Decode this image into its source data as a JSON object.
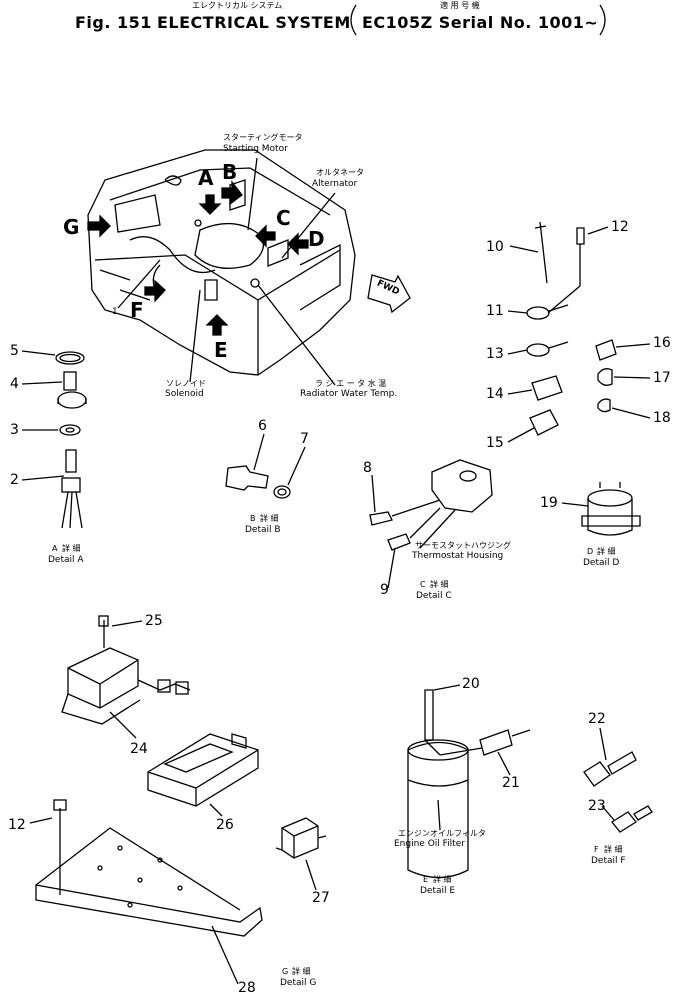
{
  "header": {
    "title_jp": "エレクトリカル システム",
    "fig": "Fig. 151",
    "title": "ELECTRICAL SYSTEM",
    "applic_jp": "適 用 号 機",
    "applic": "EC105Z Serial No. 1001~"
  },
  "callouts": {
    "starting_motor_jp": "スターティングモータ",
    "starting_motor": "Starting Motor",
    "alternator_jp": "オルタネータ",
    "alternator": "Alternator",
    "solenoid_jp": "ソレノイド",
    "solenoid": "Solenoid",
    "radiator_jp": "ラ ジ エ ー タ 水 温",
    "radiator": "Radiator Water Temp.",
    "thermostat_jp": "サーモスタットハウジング",
    "thermostat": "Thermostat Housing",
    "engine_oil_filter_jp": "エンジンオイルフィルタ",
    "engine_oil_filter": "Engine Oil Filter",
    "fwd": "FWD"
  },
  "view_letters": [
    "A",
    "B",
    "C",
    "D",
    "E",
    "F",
    "G"
  ],
  "details": {
    "jp": "詳 細",
    "a_letter": "A",
    "a": "Detail A",
    "b_letter": "B",
    "b": "Detail B",
    "c_letter": "C",
    "c": "Detail C",
    "d_letter": "D",
    "d": "Detail D",
    "e_letter": "E",
    "e": "Detail E",
    "f_letter": "F",
    "f": "Detail F",
    "g_letter": "G",
    "g": "Detail G"
  },
  "part_numbers": {
    "n1": "1",
    "n2": "2",
    "n3": "3",
    "n4": "4",
    "n5": "5",
    "n6": "6",
    "n7": "7",
    "n8": "8",
    "n9": "9",
    "n10": "10",
    "n11": "11",
    "n12a": "12",
    "n12b": "12",
    "n13": "13",
    "n14": "14",
    "n15": "15",
    "n16": "16",
    "n17": "17",
    "n18": "18",
    "n19": "19",
    "n20": "20",
    "n21": "21",
    "n22": "22",
    "n23": "23",
    "n24": "24",
    "n25": "25",
    "n26": "26",
    "n27": "27",
    "n28": "28"
  }
}
